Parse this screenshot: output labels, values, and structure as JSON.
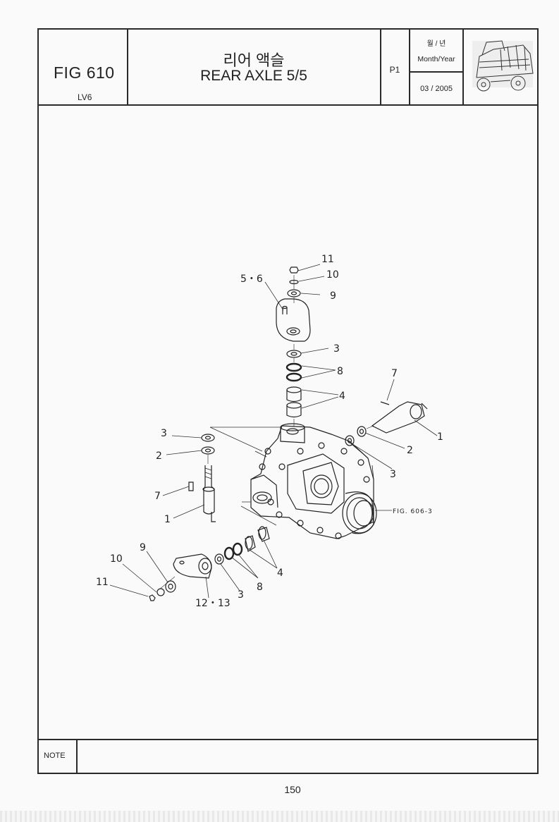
{
  "header": {
    "fig_code": "FIG 610",
    "model": "LV6",
    "title_ko": "리어 액슬",
    "title_en": "REAR AXLE 5/5",
    "page_code": "P1",
    "month_year_ko": "월 / 년",
    "month_year_en": "Month/Year",
    "month_year_value": "03 / 2005"
  },
  "callouts": {
    "c11_top": "11",
    "c10_top": "10",
    "c56": "5・6",
    "c9_top": "9",
    "c3_upper": "3",
    "c8_upper": "8",
    "c4_upper": "4",
    "c7_right": "7",
    "c1_right": "1",
    "c2_right": "2",
    "c3_right": "3",
    "c3_left": "3",
    "c2_left": "2",
    "c7_left": "7",
    "c1_left": "1",
    "fig_ref": "FIG. 606-3",
    "c9_bottom": "9",
    "c10_bottom": "10",
    "c11_bottom": "11",
    "c1213": "12・13",
    "c3_bottom": "3",
    "c8_bottom": "8",
    "c4_bottom": "4"
  },
  "footer": {
    "note_label": "NOTE",
    "page_number": "150"
  }
}
